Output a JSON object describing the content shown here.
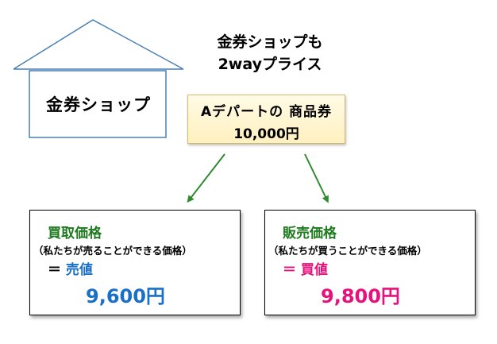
{
  "title": {
    "line1": "金券ショップも",
    "line2": "2wayプライス"
  },
  "shop": {
    "label": "金券ショップ"
  },
  "coupon": {
    "name": "Aデパートの 商品券",
    "price": "10,000円"
  },
  "left_box": {
    "heading": "買取価格",
    "subtitle": "（私たちが売ることができる価格）",
    "equals_prefix": "＝",
    "equals_label": "売値",
    "amount": "9,600円"
  },
  "right_box": {
    "heading": "販売価格",
    "subtitle": "（私たちが買うことができる価格）",
    "equals_prefix": "＝",
    "equals_label": "買値",
    "amount": "9,800円"
  },
  "colors": {
    "house_line": "#4a7fb5",
    "arrow": "#2e8b2e",
    "heading_green": "#1e7a1e",
    "value_blue": "#1a6fc7",
    "value_pink": "#e8107a"
  },
  "icons": [
    "house-shape",
    "arrow-down-left",
    "arrow-down-right"
  ]
}
